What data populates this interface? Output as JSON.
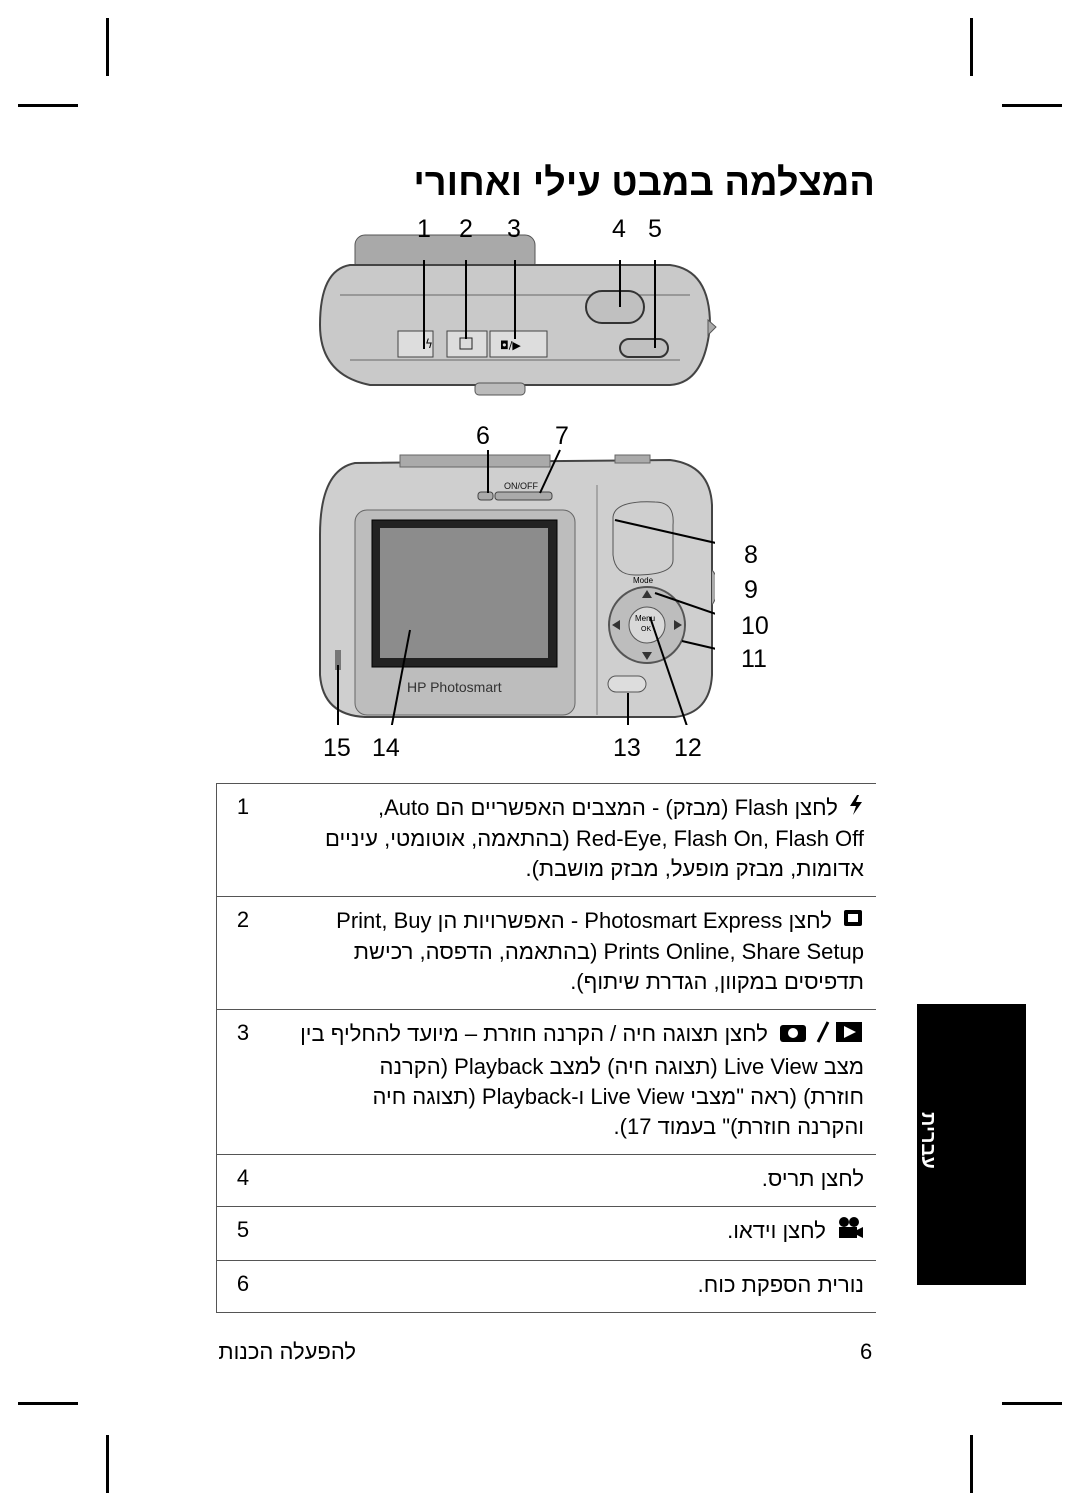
{
  "title": "המצלמה במבט עילי ואחורי",
  "top_callouts": [
    "1",
    "2",
    "3",
    "4",
    "5"
  ],
  "back_callouts": [
    "6",
    "7",
    "8",
    "9",
    "10",
    "11",
    "15",
    "14",
    "13",
    "12"
  ],
  "camera_labels": {
    "on_off": "ON/OFF",
    "mode": "Mode",
    "menu": "Menu",
    "ok": "OK",
    "brand": "HP Photosmart"
  },
  "rows": [
    {
      "num": "1",
      "icon": "flash-icon",
      "lines": [
        "לחצן Flash (מבזק) - המצבים האפשריים הם Auto,",
        "Red-Eye, Flash On, Flash Off (בהתאמה, אוטומטי, עיניים",
        "אדומות, מבזק מופעל, מבזק מושבת)."
      ]
    },
    {
      "num": "2",
      "icon": "photosmart-express-icon",
      "lines": [
        "לחצן Photosmart Express - האפשרויות הן Print, Buy",
        "Prints Online, Share Setup (בהתאמה, הדפסה, רכישת",
        "תדפיסים במקוון, הגדרת שיתוף)."
      ]
    },
    {
      "num": "3",
      "icon": "live-view-playback-icon",
      "lines": [
        "לחצן תצוגה חיה / הקרנה חוזרת – מיועד להחליף בין",
        "מצב Live View (תצוגה חיה) למצב Playback (הקרנה",
        "חוזרת) (ראה \"מצבי Live View ו-Playback (תצוגה חיה",
        "והקרנה חוזרת)\" בעמוד 17)."
      ]
    },
    {
      "num": "4",
      "icon": "",
      "lines": [
        "לחצן תריס."
      ]
    },
    {
      "num": "5",
      "icon": "video-icon",
      "lines": [
        "לחצן וידאו."
      ]
    },
    {
      "num": "6",
      "icon": "",
      "lines": [
        "נורית הספקת כוח."
      ]
    }
  ],
  "side_tab": "עברית",
  "footer": {
    "text": "להפעלה הכנות",
    "page": "6"
  }
}
